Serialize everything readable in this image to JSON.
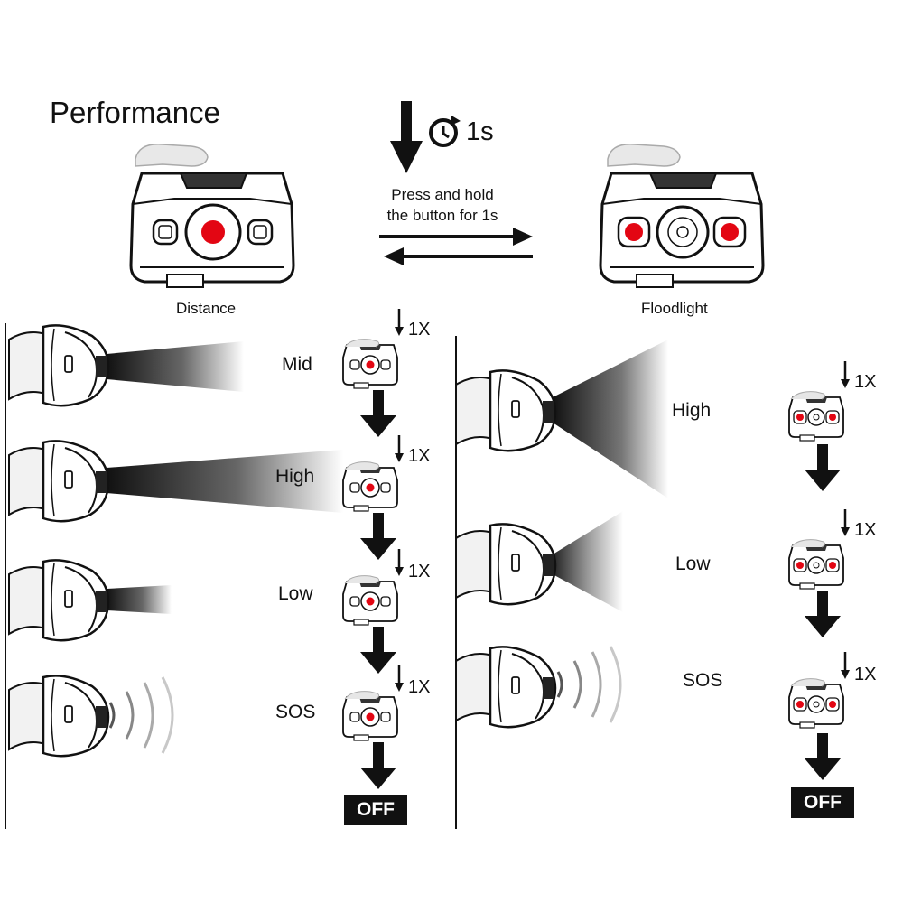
{
  "header": {
    "title": "Performance",
    "hold_duration": "1s",
    "instruction_line1": "Press and hold",
    "instruction_line2": "the button for 1s"
  },
  "beams": [
    {
      "name": "Distance",
      "modes": [
        "Mid",
        "High",
        "Low",
        "SOS"
      ]
    },
    {
      "name": "Floodlight",
      "modes": [
        "High",
        "Low",
        "SOS"
      ]
    }
  ],
  "press_label": "1X",
  "end_label": "OFF",
  "colors": {
    "led": "#e30613",
    "ink": "#111111",
    "body": "#ffffff"
  },
  "icons": [
    "clock-icon",
    "finger-press-icon",
    "down-arrow-icon",
    "headlamp-icon",
    "beam-icon",
    "sos-wave-icon"
  ]
}
